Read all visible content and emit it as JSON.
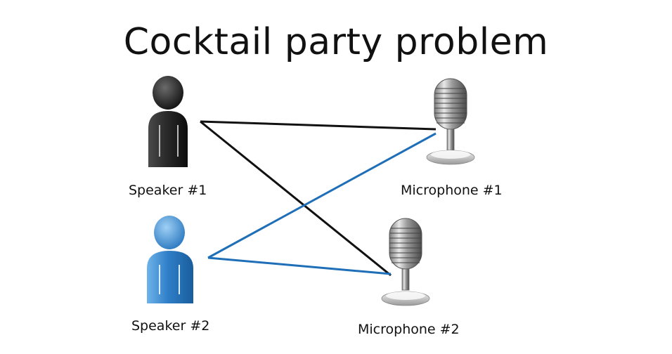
{
  "title": "Cocktail party problem",
  "speakers": [
    {
      "label": "Speaker #1",
      "icon": "person-icon",
      "color": "#2a2a2a"
    },
    {
      "label": "Speaker #2",
      "icon": "person-icon",
      "color": "#2f7fc8"
    }
  ],
  "microphones": [
    {
      "label": "Microphone #1",
      "icon": "microphone-icon"
    },
    {
      "label": "Microphone #2",
      "icon": "microphone-icon"
    }
  ],
  "connections": [
    {
      "from": "Speaker #1",
      "to": "Microphone #1",
      "color": "#111111"
    },
    {
      "from": "Speaker #1",
      "to": "Microphone #2",
      "color": "#111111"
    },
    {
      "from": "Speaker #2",
      "to": "Microphone #1",
      "color": "#1f6fb8"
    },
    {
      "from": "Speaker #2",
      "to": "Microphone #2",
      "color": "#1f6fb8"
    }
  ]
}
